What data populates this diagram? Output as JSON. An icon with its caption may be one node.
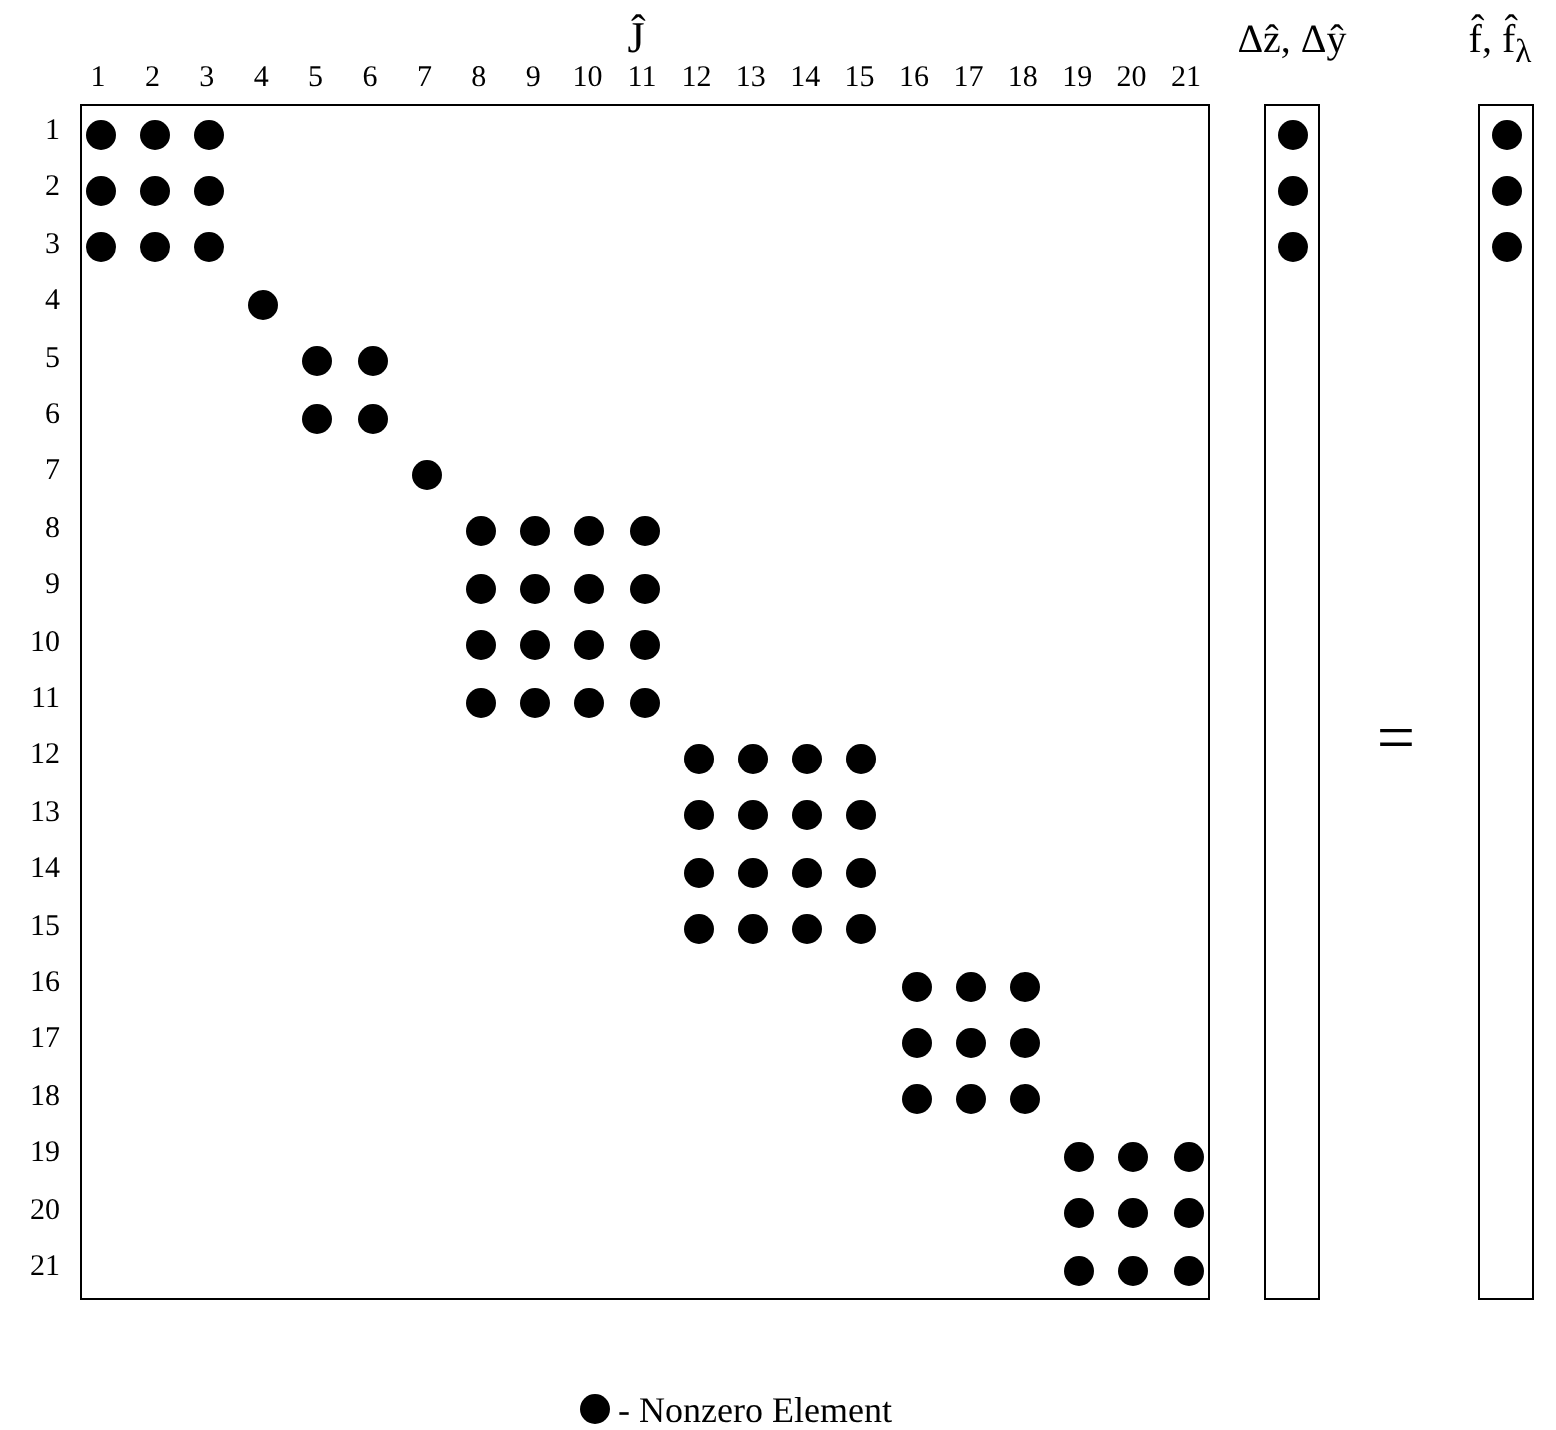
{
  "diagram": {
    "nodes": [
      {
        "text": [
          "Ĵ"
        ]
      },
      {
        "text": [
          "Δẑ, Δŷ"
        ]
      },
      {
        "text": [
          "f̂, f̂$_{λ}$"
        ]
      }
    ],
    "edges": [],
    "labels": [
      "1",
      "2",
      "3",
      "4",
      "5",
      "6",
      "7",
      "8",
      "9",
      "10",
      "11",
      "12",
      "13",
      "14",
      "15",
      "16",
      "17",
      "18",
      "19",
      "20",
      "21",
      "1",
      "2",
      "3",
      "4",
      "5",
      "6",
      "7",
      "8",
      "9",
      "10",
      "11",
      "12",
      "13",
      "14",
      "15",
      "16",
      "17",
      "18",
      "19",
      "20",
      "21",
      "="
    ],
    "legend": [
      {
        "text": "- Nonzero Element"
      }
    ]
  }
}
